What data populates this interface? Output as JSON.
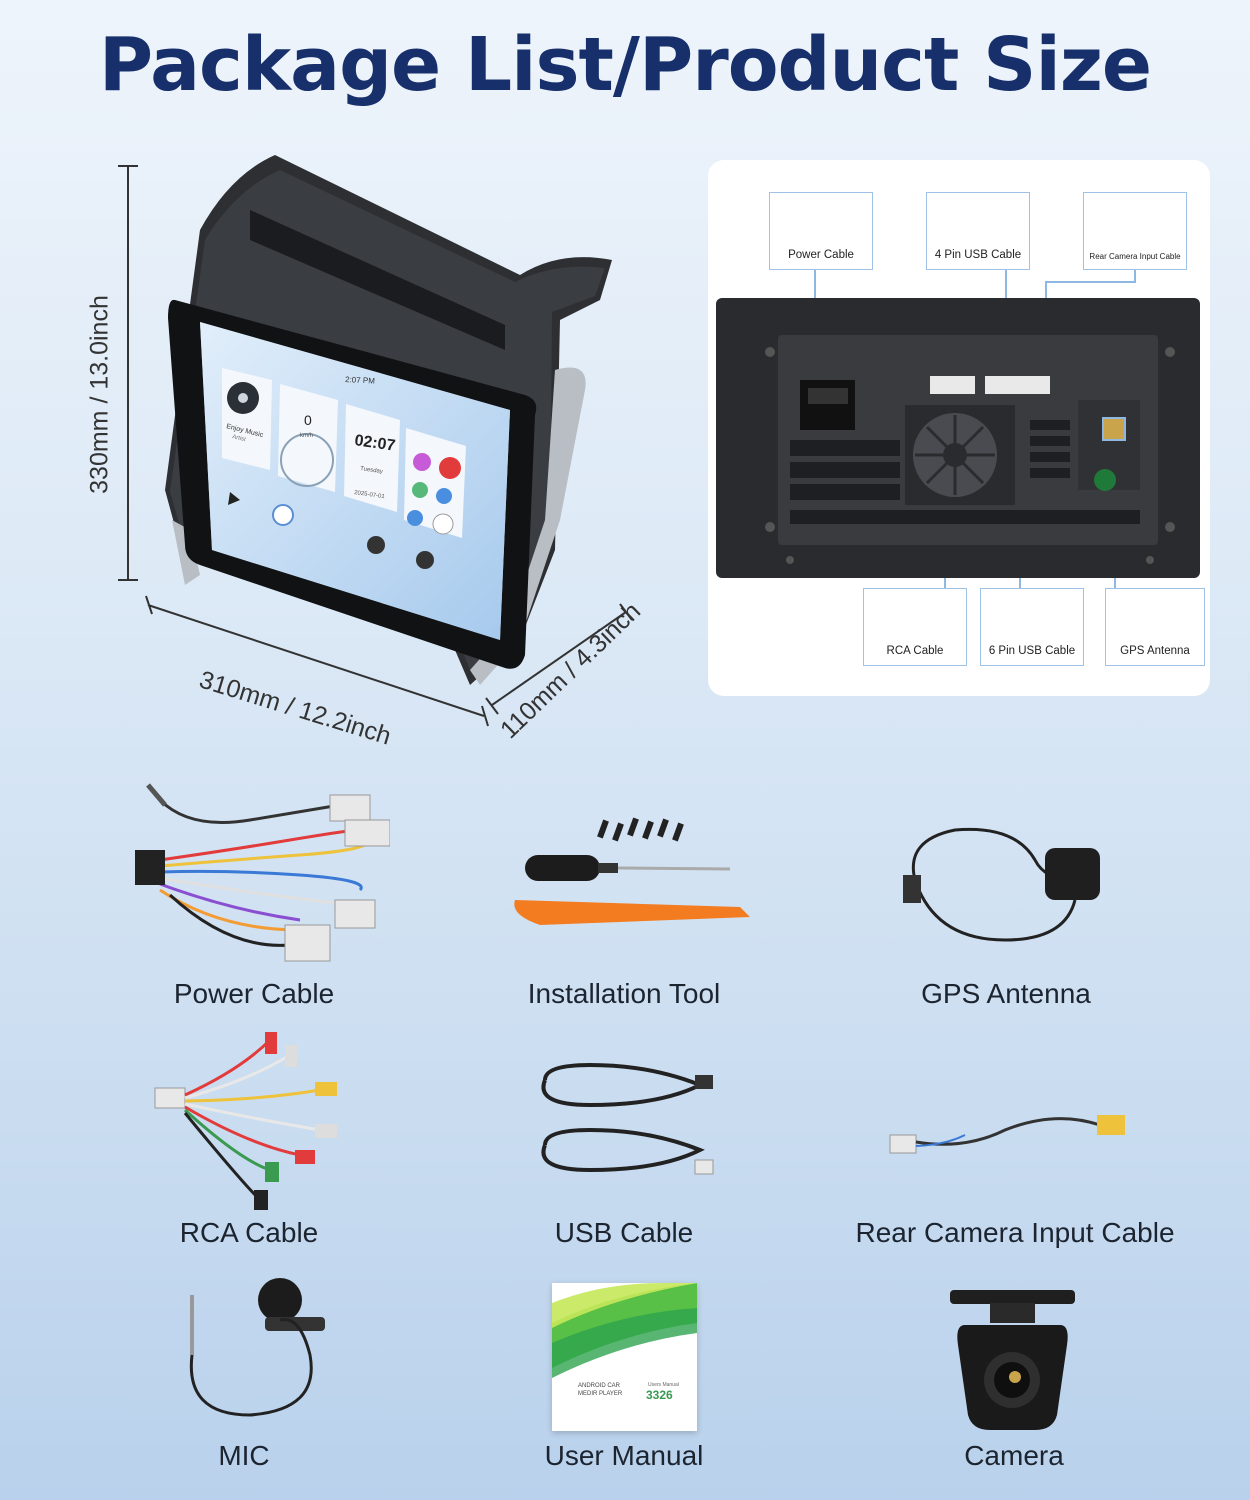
{
  "title": "Package List/Product Size",
  "dimensions": {
    "height": "330mm / 13.0inch",
    "width": "310mm / 12.2inch",
    "depth": "110mm / 4.3inch"
  },
  "device_screen": {
    "time_bar": "2:07 PM",
    "music_title": "Enjoy Music",
    "music_artist": "Artist",
    "speed": "0",
    "speed_unit": "km/h",
    "clock": "02:07",
    "day": "Tuesday",
    "date": "2025-07-01"
  },
  "rear_panel": {
    "labels": {
      "power": "Power Cable",
      "usb4": "4 Pin USB Cable",
      "rearcam": "Rear Camera Input Cable",
      "rca": "RCA Cable",
      "usb6": "6 Pin USB Cable",
      "gps": "GPS Antenna"
    }
  },
  "items": {
    "power": "Power Cable",
    "tool": "Installation Tool",
    "gps": "GPS Antenna",
    "rca": "RCA Cable",
    "usb": "USB Cable",
    "rearcam": "Rear Camera Input Cable",
    "mic": "MIC",
    "manual": "User Manual",
    "camera": "Camera"
  },
  "manual": {
    "line1": "ANDROID CAR",
    "line2": "MEDIR PLAYER",
    "line3": "Users Manual",
    "model": "3326"
  },
  "colors": {
    "title": "#17306b",
    "accent_box": "#9fc2e6",
    "tool_orange": "#f47c20"
  }
}
